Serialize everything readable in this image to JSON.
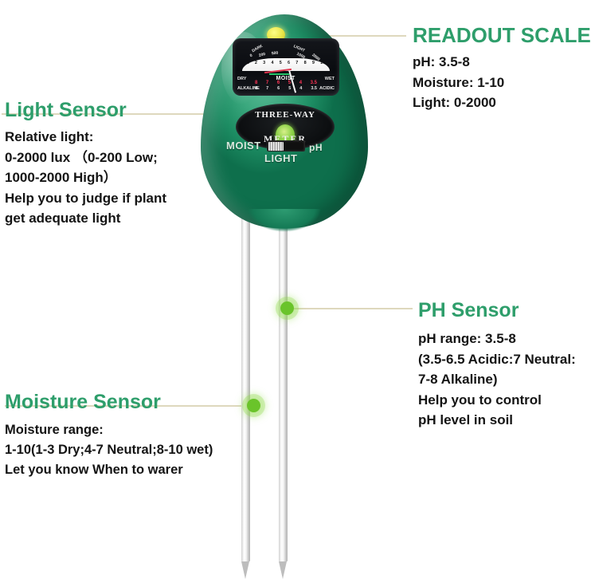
{
  "callouts": {
    "readout_scale": {
      "title": "READOUT SCALE",
      "lines": [
        "pH: 3.5-8",
        "Moisture: 1-10",
        "Light: 0-2000"
      ]
    },
    "light_sensor": {
      "title": "Light Sensor",
      "lines": [
        "Relative light:",
        "0-2000 lux （0-200 Low;",
        "1000-2000 High）",
        "Help you to judge if plant",
        "get adequate light"
      ]
    },
    "ph_sensor": {
      "title": "PH Sensor",
      "lines": [
        "pH range: 3.5-8",
        "(3.5-6.5 Acidic:7 Neutral:",
        "7-8 Alkaline)",
        "Help you to control",
        "pH level in soil"
      ]
    },
    "moisture_sensor": {
      "title": "Moisture Sensor",
      "lines": [
        "Moisture range:",
        "1-10(1-3 Dry;4-7 Neutral;8-10 wet)",
        "Let you know When to warer"
      ]
    }
  },
  "device": {
    "badge_top": "THREE-WAY",
    "badge_bottom": "METER",
    "switch": {
      "left_label": "MOIST",
      "right_label": "pH",
      "bottom_label": "LIGHT"
    },
    "dial": {
      "arc_left_label": "DARK",
      "arc_right_label": "LIGHT",
      "arc_ticks": [
        "0",
        "200",
        "500",
        "1000",
        "2000"
      ],
      "scale_numbers": [
        "1",
        "2",
        "3",
        "4",
        "5",
        "6",
        "7",
        "8",
        "9",
        "10"
      ],
      "moisture_left": "DRY",
      "moisture_mid": "MOIST",
      "moisture_right": "WET",
      "ph_left": "ALKALINE",
      "ph_right": "ACIDIC",
      "ph_numbers": [
        "8",
        "7",
        "6",
        "5",
        "4",
        "3.5"
      ],
      "ph_numbers_secondary": [
        "8",
        "7",
        "6",
        "5",
        "4",
        "3.5"
      ]
    }
  },
  "colors": {
    "heading_green": "#2e9e6b",
    "dot_green": "#6ac42a",
    "leader_line": "#ded8bd",
    "body_green": "#1d8d63",
    "body_text": "#141414"
  }
}
